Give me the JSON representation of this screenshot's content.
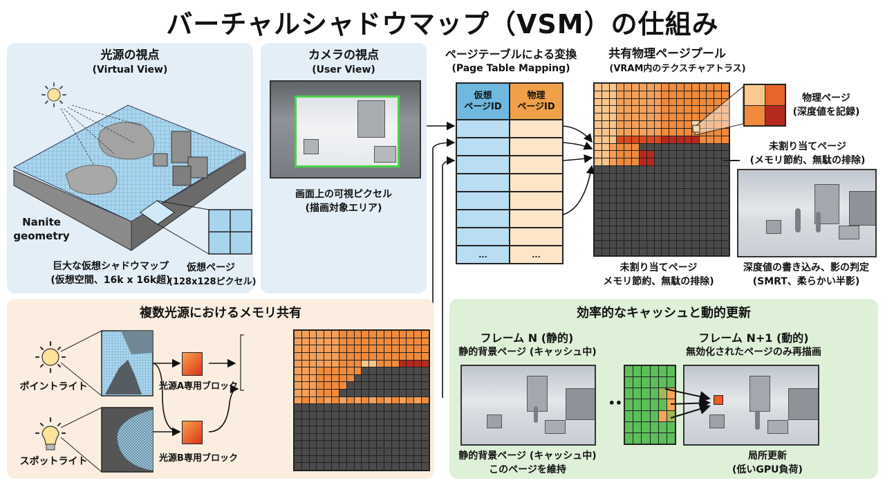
{
  "title": "バーチャルシャドウマップ（VSM）の仕組み",
  "light_view": {
    "heading": "光源の視点",
    "subheading": "(Virtual View)",
    "geometry_label_line1": "Nanite",
    "geometry_label_line2": "geometry",
    "map_caption_line1": "巨大な仮想シャドウマップ",
    "map_caption_line2": "(仮想空間、16k x 16k超)",
    "page_caption_line1": "仮想ページ",
    "page_caption_line2": "(128x128ピクセル)",
    "icon": "sun-icon"
  },
  "camera_view": {
    "heading": "カメラの視点",
    "subheading": "(User View)",
    "caption_line1": "画面上の可視ピクセル",
    "caption_line2": "(描画対象エリア)"
  },
  "page_table": {
    "heading": "ページテーブルによる変換",
    "subheading": "(Page Table Mapping)",
    "col_virtual": "仮想\nページID",
    "col_virtual_line1": "仮想",
    "col_virtual_line2": "ページID",
    "col_physical_line1": "物理",
    "col_physical_line2": "ページID",
    "rows": 7,
    "ellipsis": "...",
    "colors": {
      "virtual_header": "#6fb8e0",
      "virtual_cell": "#b9ddf2",
      "physical_header": "#f0a048",
      "physical_cell": "#fde6c8"
    }
  },
  "physical_pool": {
    "heading": "共有物理ページプール",
    "subheading": "(VRAM内のテクスチャアトラス)",
    "physical_page_label_line1": "物理ページ",
    "physical_page_label_line2": "(深度値を記録)",
    "unallocated_label_line1": "未割り当てページ",
    "unallocated_label_line2": "(メモリ節約、無駄の排除)",
    "bottom_caption_line1": "未割り当てページ",
    "bottom_caption_line2": "メモリ節約、無駄の排除)",
    "scene_caption_line1": "深度値の書き込み、影の判定",
    "scene_caption_line2": "(SMRT、柔らかい半影)",
    "colors": {
      "light": "#f8c58a",
      "mid": "#f08a3c",
      "dark": "#d94a1e",
      "deep": "#b52a1c",
      "empty": "#4a4a4a"
    }
  },
  "multi_light": {
    "heading": "複数光源におけるメモリ共有",
    "point_light_label": "ポイントライト",
    "spot_light_label": "スポットライト",
    "block_a_label": "光源A専用ブロック",
    "block_b_label": "光源B専用ブロック"
  },
  "cache": {
    "heading": "効率的なキャッシュと動的更新",
    "frame_n_title": "フレーム N (静的)",
    "frame_n_subtitle": "静的背景ページ (キャッシュ中)",
    "frame_n_caption_line1": "静的背景ページ (キャッシュ中)",
    "frame_n_caption_line2": "このページを維持",
    "ellipsis": "•••",
    "frame_n1_title": "フレーム N+1 (動的)",
    "frame_n1_subtitle": "無効化されたページのみ再描画",
    "frame_n1_caption_line1": "局所更新",
    "frame_n1_caption_line2": "(低いGPU負荷)",
    "colors": {
      "valid": "#5cbf5a",
      "invalid": "#f5a45a"
    }
  }
}
